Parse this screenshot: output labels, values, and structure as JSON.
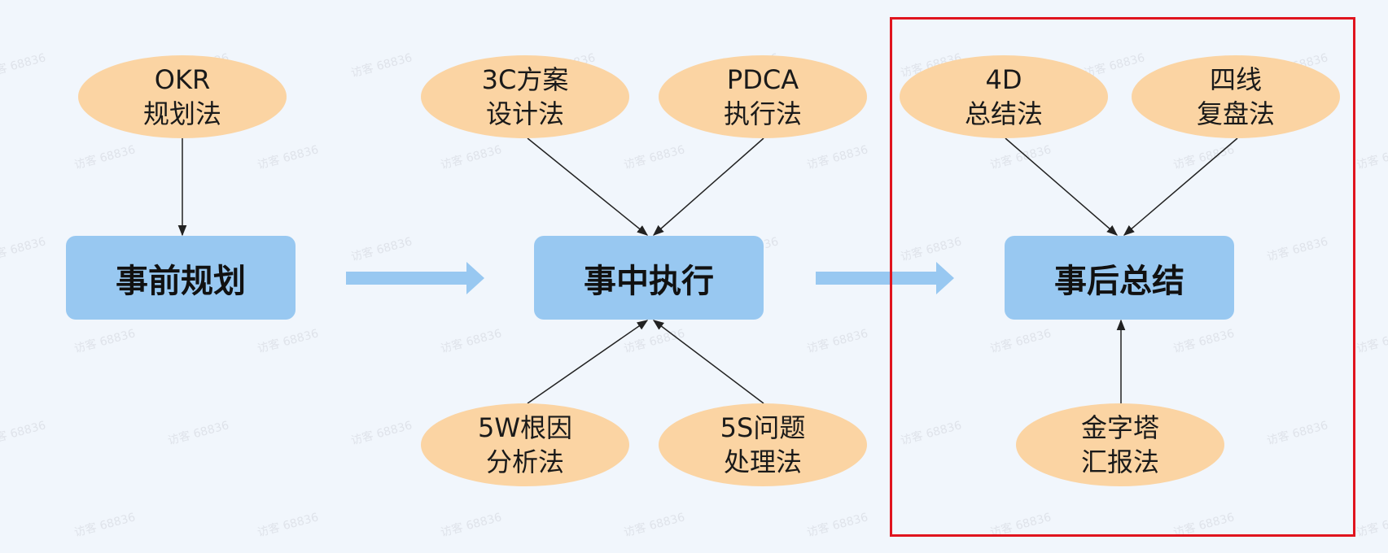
{
  "stages": [
    {
      "id": "pre",
      "label": "事前规划"
    },
    {
      "id": "mid",
      "label": "事中执行"
    },
    {
      "id": "post",
      "label": "事后总结"
    }
  ],
  "methods": [
    {
      "id": "okr",
      "label": "OKR\n规划法"
    },
    {
      "id": "3c",
      "label": "3C方案\n设计法"
    },
    {
      "id": "pdca",
      "label": "PDCA\n执行法"
    },
    {
      "id": "5w",
      "label": "5W根因\n分析法"
    },
    {
      "id": "5s",
      "label": "5S问题\n处理法"
    },
    {
      "id": "4d",
      "label": "4D\n总结法"
    },
    {
      "id": "fourline",
      "label": "四线\n复盘法"
    },
    {
      "id": "pyramid",
      "label": "金字塔\n汇报法"
    }
  ],
  "watermark": "访客 68836",
  "colors": {
    "background": "#f1f6fc",
    "stage_fill": "#98c8f1",
    "method_fill": "#fbd4a3",
    "flow_arrow": "#98c8f1",
    "connector": "#222222",
    "highlight_border": "#e0141e"
  }
}
